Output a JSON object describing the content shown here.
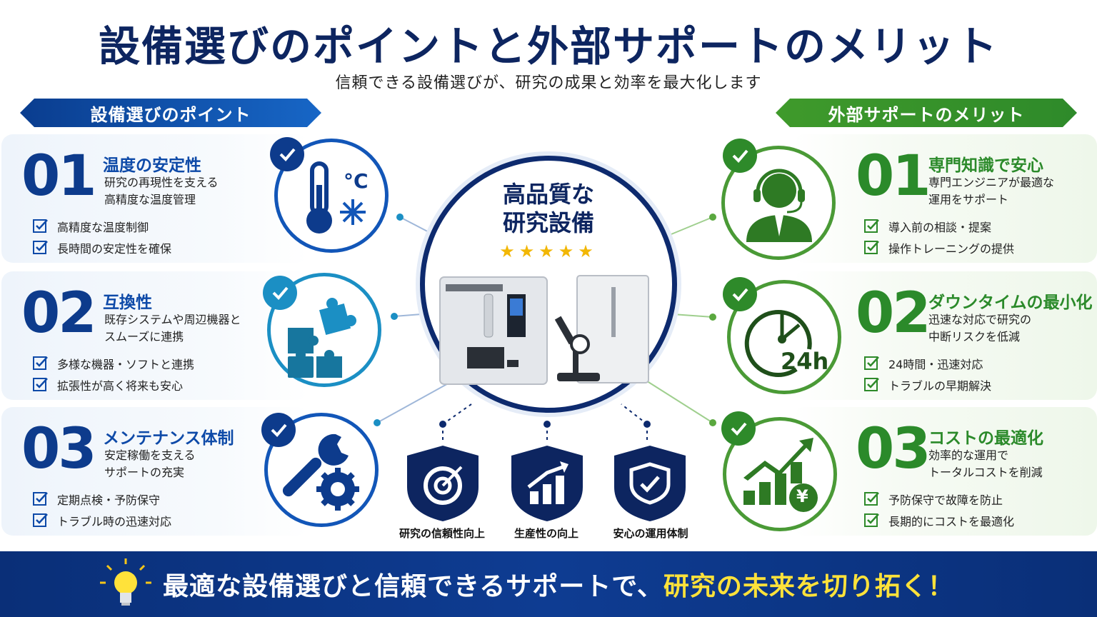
{
  "header": {
    "title": "設備選びのポイントと外部サポートのメリット",
    "subtitle": "信頼できる設備選びが、研究の成果と効率を最大化します"
  },
  "left_section": {
    "label": "設備選びのポイント",
    "items": [
      {
        "num": "01",
        "title": "温度の安定性",
        "desc1": "研究の再現性を支える",
        "desc2": "高精度な温度管理",
        "checks": [
          "高精度な温度制御",
          "長時間の安定性を確保"
        ],
        "icon": "thermometer-icon"
      },
      {
        "num": "02",
        "title": "互換性",
        "desc1": "既存システムや周辺機器と",
        "desc2": "スムーズに連携",
        "checks": [
          "多様な機器・ソフトと連携",
          "拡張性が高く将来も安心"
        ],
        "icon": "puzzle-icon"
      },
      {
        "num": "03",
        "title": "メンテナンス体制",
        "desc1": "安定稼働を支える",
        "desc2": "サポートの充実",
        "checks": [
          "定期点検・予防保守",
          "トラブル時の迅速対応"
        ],
        "icon": "wrench-gear-icon"
      }
    ]
  },
  "right_section": {
    "label": "外部サポートのメリット",
    "items": [
      {
        "num": "01",
        "title": "専門知識で安心",
        "desc1": "専門エンジニアが最適な",
        "desc2": "運用をサポート",
        "checks": [
          "導入前の相談・提案",
          "操作トレーニングの提供"
        ],
        "icon": "support-agent-icon"
      },
      {
        "num": "02",
        "title": "ダウンタイムの最小化",
        "desc1": "迅速な対応で研究の",
        "desc2": "中断リスクを低減",
        "checks": [
          "24時間・迅速対応",
          "トラブルの早期解決"
        ],
        "icon": "clock-24h-icon"
      },
      {
        "num": "03",
        "title": "コストの最適化",
        "desc1": "効率的な運用で",
        "desc2": "トータルコストを削減",
        "checks": [
          "予防保守で故障を防止",
          "長期的にコストを最適化"
        ],
        "icon": "cost-chart-icon"
      }
    ]
  },
  "center": {
    "title_line1": "高品質な",
    "title_line2": "研究設備",
    "stars": "★★★★★",
    "clock_label": "24h",
    "currency": "¥",
    "temp_unit": "°C",
    "shields": [
      {
        "label": "研究の信頼性向上",
        "icon": "target-icon"
      },
      {
        "label": "生産性の向上",
        "icon": "growth-chart-icon"
      },
      {
        "label": "安心の運用体制",
        "icon": "shield-check-icon"
      }
    ]
  },
  "footer": {
    "text_main": "最適な設備選びと信頼できるサポートで、",
    "text_highlight": "研究の未来を切り拓く！"
  },
  "colors": {
    "navy": "#0d2560",
    "blue": "#1256b8",
    "green": "#2e8a2a",
    "yellow": "#ffe23a"
  }
}
